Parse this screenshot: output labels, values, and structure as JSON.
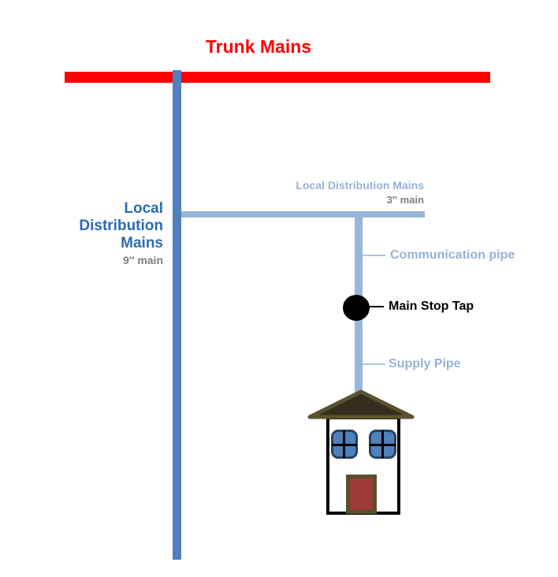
{
  "title": {
    "text": "Trunk Mains",
    "color": "#ff0000"
  },
  "trunk_main": {
    "color": "#ff0000"
  },
  "local_distribution_main_9": {
    "label": "Local Distribution Mains",
    "size": "9″ main",
    "label_color": "#2b6bb2",
    "pipe_color": "#4d80bd"
  },
  "local_distribution_main_3": {
    "label": "Local Distribution Mains",
    "size": "3″ main",
    "label_color": "#95b3d7",
    "pipe_color": "#98b6db"
  },
  "communication_pipe": {
    "label": "Communication pipe",
    "color": "#95b3d7"
  },
  "main_stop_tap": {
    "label": "Main Stop Tap",
    "color": "#000000"
  },
  "supply_pipe": {
    "label": "Supply Pipe",
    "color": "#95b3d7"
  },
  "size_label_color": "#7f7f7f",
  "house": {
    "roof_fill": "#332f1c",
    "roof_edge": "#5a5332",
    "wall": "#ffffff",
    "outline": "#000000",
    "window_fill": "#4f81bd",
    "window_frame": "#26435f",
    "door_fill": "#9c3a37",
    "door_frame": "#57502d"
  }
}
